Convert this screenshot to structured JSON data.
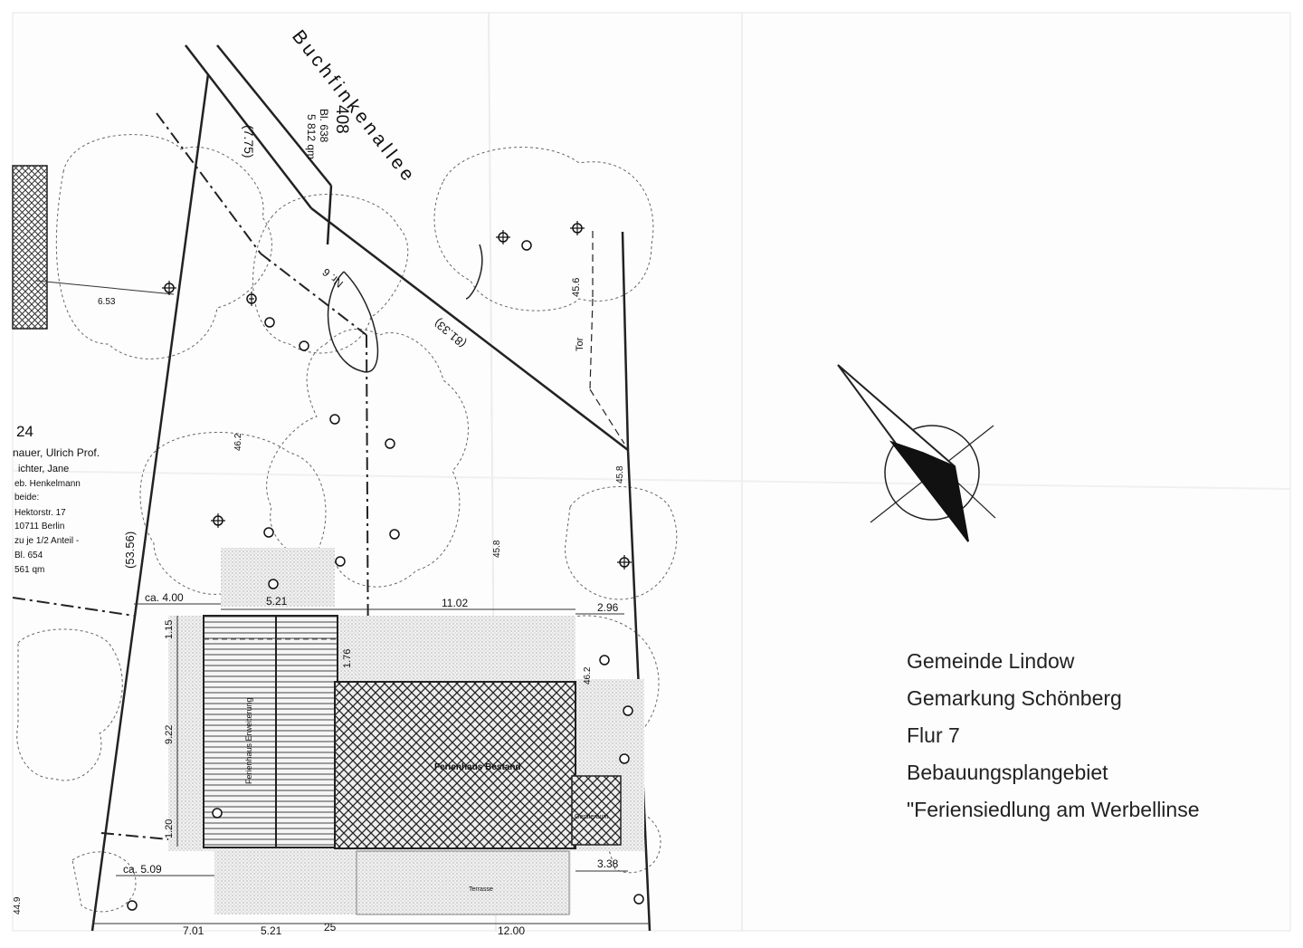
{
  "plan": {
    "street_name": "Buchfinkenallee",
    "parcel_number": "408",
    "parcel_sheet": "Bl. 638",
    "parcel_area": "5 812 qm",
    "frontage_dim": "(7.75)",
    "side_dim_main": "(81.33)",
    "west_dim": "(53.56)",
    "house_no": "Nr. 6",
    "left_setback": "6.53",
    "elev_north": "46.2",
    "elev_mid": "45.8",
    "elev_east_gate": "45.6",
    "elev_east_side": "45.8",
    "elev_south": "46.2",
    "gate_label": "Tor",
    "dim_ca_400": "ca. 4.00",
    "dim_521": "5.21",
    "dim_1102": "11.02",
    "dim_296": "2.96",
    "dim_115": "1.15",
    "dim_176": "1.76",
    "dim_922": "9.22",
    "dim_120": "1.20",
    "dim_ca_509": "ca. 5.09",
    "dim_338": "3.38",
    "dim_bottom_701": "7.01",
    "dim_bottom_521": "5.21",
    "dim_bottom_25": "25",
    "dim_bottom_1200": "12.00",
    "left_edge_mark": "44.9",
    "building_extension": "Ferienhaus Erweiterung",
    "building_existing": "Ferienhaus Bestand",
    "equipment_room": "Geräteraum",
    "terrace": "Terrasse"
  },
  "neighbour": {
    "parcel_fragment": "24",
    "line1": "nauer, Ulrich  Prof.",
    "line2": "ichter, Jane",
    "line3": "eb. Henkelmann",
    "line4": "beide:",
    "line5": "Hektorstr. 17",
    "line6": "10711 Berlin",
    "line7": "zu je 1/2 Anteil -",
    "line8": "Bl.  654",
    "line9": "561  qm"
  },
  "legend": {
    "municipality": "Gemeinde Lindow",
    "district": "Gemarkung Schönberg",
    "flur": "Flur 7",
    "plan_area": "Bebauungsplangebiet",
    "project": "\"Feriensiedlung am Werbellinse"
  }
}
